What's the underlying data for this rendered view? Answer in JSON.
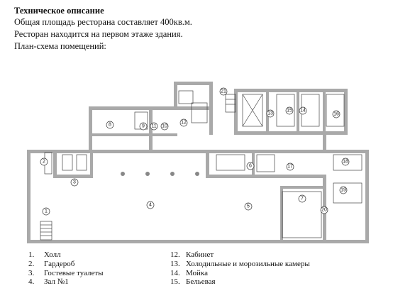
{
  "header": {
    "title": "Техническое описание",
    "line1": "Общая площадь ресторана составляет 400кв.м.",
    "line2": "Ресторан находится на первом этаже здания.",
    "line3": "План-схема помещений:"
  },
  "rooms": [
    "1",
    "2",
    "3",
    "4",
    "5",
    "6",
    "7",
    "8",
    "9",
    "10",
    "11",
    "12",
    "13",
    "14",
    "15",
    "16",
    "17",
    "18",
    "19",
    "20",
    "21"
  ],
  "legend_left": [
    {
      "num": "1.",
      "label": "Холл"
    },
    {
      "num": "2.",
      "label": "Гардероб"
    },
    {
      "num": "3.",
      "label": "Гостевые туалеты"
    },
    {
      "num": "4.",
      "label": "Зал №1"
    }
  ],
  "legend_right": [
    {
      "num": "12.",
      "label": "Кабинет"
    },
    {
      "num": "13.",
      "label": "Холодильные и морозильные камеры"
    },
    {
      "num": "14.",
      "label": "Мойка"
    },
    {
      "num": "15.",
      "label": "Бельевая"
    }
  ]
}
